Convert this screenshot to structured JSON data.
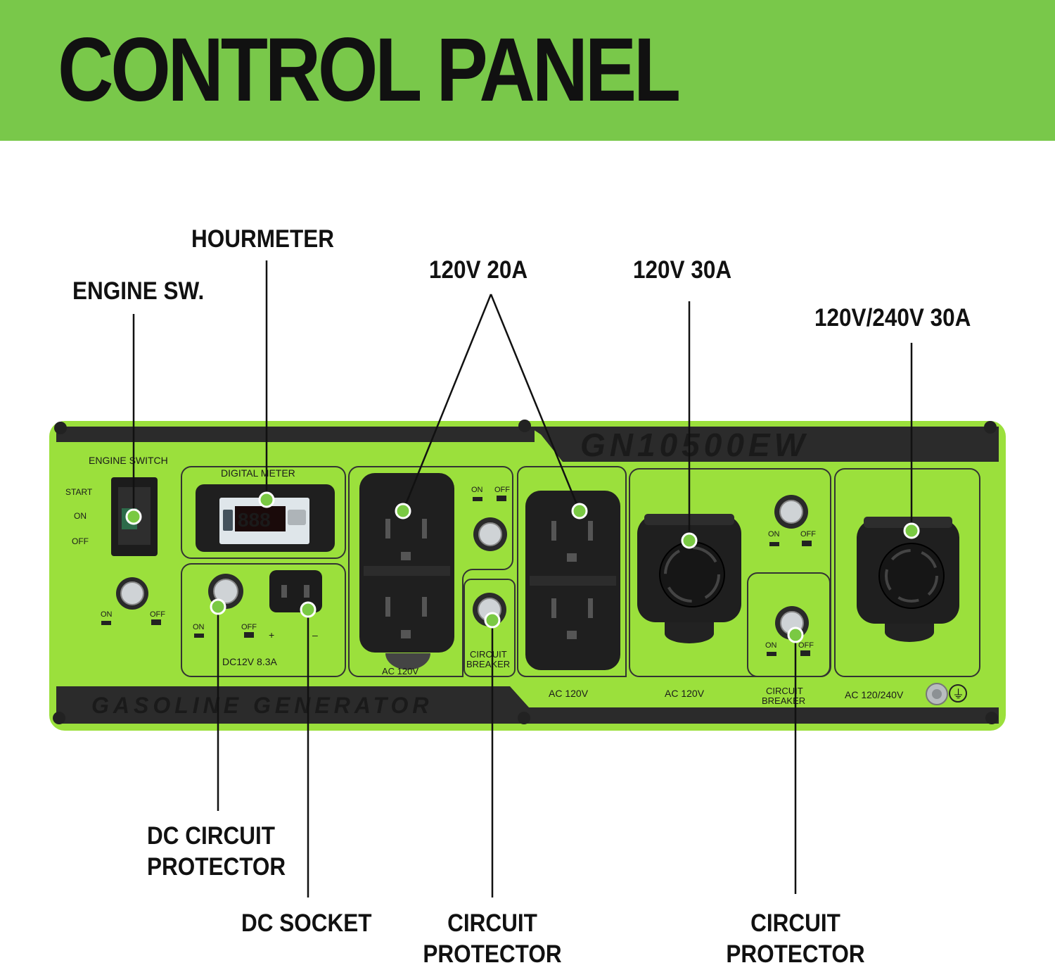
{
  "title": "CONTROL PANEL",
  "callouts": {
    "hourmeter": "HOURMETER",
    "engine_sw": "ENGINE SW.",
    "outlet_20a": "120V 20A",
    "outlet_30a": "120V 30A",
    "outlet_240": "120V/240V 30A",
    "dc_protector_line1": "DC CIRCUIT",
    "dc_protector_line2": "PROTECTOR",
    "dc_socket": "DC SOCKET",
    "circuit_protector_1_line1": "CIRCUIT",
    "circuit_protector_1_line2": "PROTECTOR",
    "circuit_protector_2_line1": "CIRCUIT",
    "circuit_protector_2_line2": "PROTECTOR"
  },
  "panel": {
    "model": "GN10500EW",
    "type": "GASOLINE GENERATOR",
    "engine_switch": "ENGINE SWITCH",
    "start": "START",
    "on": "ON",
    "off": "OFF",
    "digital_meter": "DIGITAL METER",
    "meter_reading": "888",
    "dc_rating": "DC12V 8.3A",
    "plus": "+",
    "minus": "–",
    "circuit": "CIRCUIT",
    "breaker": "BREAKER",
    "ac120v": "AC 120V",
    "ac120_240v": "AC 120/240V",
    "ground": "⏚"
  },
  "colors": {
    "banner": "#79c84a",
    "panel": "#9be03c",
    "accent_dot": "#7ac943",
    "dark": "#222222"
  }
}
